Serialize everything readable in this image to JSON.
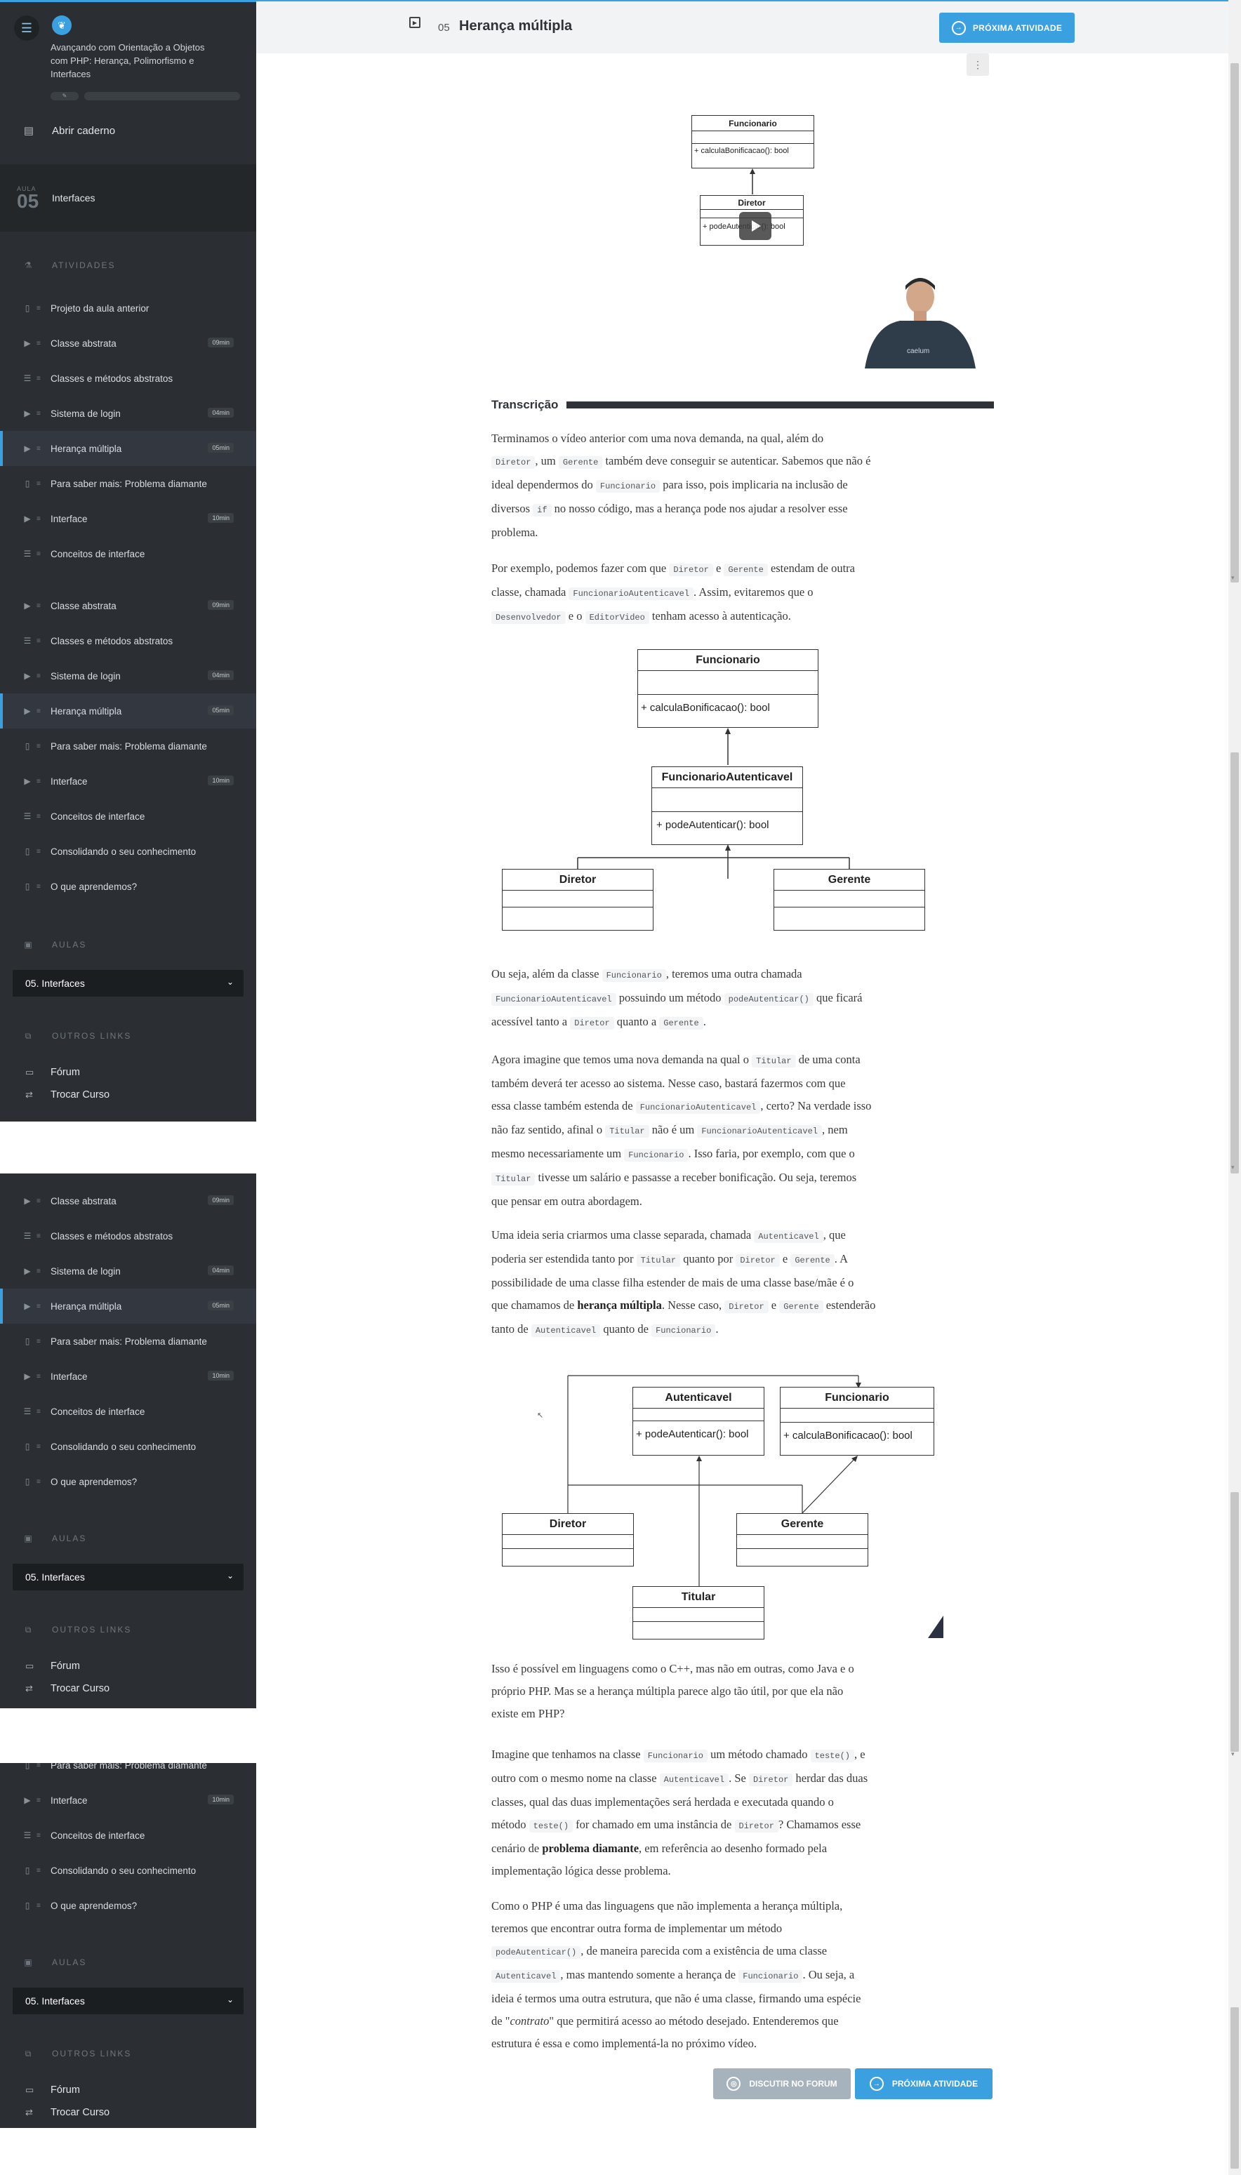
{
  "course": {
    "title": "Avançando com Orientação a Objetos com PHP: Herança, Polimorfismo e Interfaces",
    "progress_label": "✎"
  },
  "sidebar": {
    "notebook_label": "Abrir caderno",
    "lesson_label": "AULA",
    "lesson_number": "05",
    "lesson_name": "Interfaces",
    "activities_header": "ATIVIDADES",
    "classes_header": "AULAS",
    "selected_class": "05. Interfaces",
    "other_links_header": "OUTROS LINKS",
    "forum_label": "Fórum",
    "change_course_label": "Trocar Curso",
    "activities": [
      {
        "label": "Projeto da aula anterior",
        "duration": "",
        "icon": "doc"
      },
      {
        "label": "Classe abstrata",
        "duration": "09min",
        "icon": "video"
      },
      {
        "label": "Classes e métodos abstratos",
        "duration": "",
        "icon": "list"
      },
      {
        "label": "Sistema de login",
        "duration": "04min",
        "icon": "video"
      },
      {
        "label": "Herança múltipla",
        "duration": "05min",
        "icon": "video",
        "active": true
      },
      {
        "label": "Para saber mais: Problema diamante",
        "duration": "",
        "icon": "doc"
      },
      {
        "label": "Interface",
        "duration": "10min",
        "icon": "video"
      },
      {
        "label": "Conceitos de interface",
        "duration": "",
        "icon": "list"
      },
      {
        "label": "Consolidando o seu conhecimento",
        "duration": "",
        "icon": "doc"
      },
      {
        "label": "O que aprendemos?",
        "duration": "",
        "icon": "doc"
      }
    ]
  },
  "topbar": {
    "number": "05",
    "title": "Herança múltipla",
    "next_label": "PRÓXIMA ATIVIDADE"
  },
  "video": {
    "top_class": "Funcionario",
    "top_method": "+ calculaBonificacao():  bool",
    "bottom_class": "Diretor",
    "bottom_method": "+ podeAutenticar():  bool"
  },
  "transcript": {
    "heading": "Transcrição",
    "p1": [
      "Terminamos o vídeo anterior com uma nova demanda, na qual, além do",
      [
        "",
        {
          "c": "Diretor"
        },
        ", um ",
        {
          "c": "Gerente"
        },
        " também deve conseguir se autenticar. Sabemos que não é"
      ],
      [
        "ideal dependermos do ",
        {
          "c": "Funcionario"
        },
        " para isso, pois implicaria na inclusão de"
      ],
      [
        "diversos ",
        {
          "c": "if"
        },
        " no nosso código, mas a herança pode nos ajudar a resolver esse"
      ],
      "problema."
    ],
    "p2": [
      [
        "Por exemplo, podemos fazer com que ",
        {
          "c": "Diretor"
        },
        " e ",
        {
          "c": "Gerente"
        },
        " estendam de outra"
      ],
      [
        "classe, chamada ",
        {
          "c": "FuncionarioAutenticavel"
        },
        ". Assim, evitaremos que o"
      ],
      [
        "",
        {
          "c": "Desenvolvedor"
        },
        " e o ",
        {
          "c": "EditorVideo"
        },
        " tenham acesso à autenticação."
      ]
    ],
    "p3": [
      [
        "Ou seja, além da classe ",
        {
          "c": "Funcionario"
        },
        ", teremos uma outra chamada"
      ],
      [
        "",
        {
          "c": "FuncionarioAutenticavel"
        },
        " possuindo um método ",
        {
          "c": "podeAutenticar()"
        },
        " que ficará"
      ],
      [
        "acessível tanto a ",
        {
          "c": "Diretor"
        },
        " quanto a ",
        {
          "c": "Gerente"
        },
        "."
      ]
    ],
    "p4": [
      [
        "Agora imagine que temos uma nova demanda na qual o ",
        {
          "c": "Titular"
        },
        " de uma conta"
      ],
      "também deverá ter acesso ao sistema. Nesse caso, bastará fazermos com que",
      [
        "essa classe também estenda de ",
        {
          "c": "FuncionarioAutenticavel"
        },
        ", certo? Na verdade isso"
      ],
      [
        "não faz sentido, afinal o ",
        {
          "c": "Titular"
        },
        " não é um ",
        {
          "c": "FuncionarioAutenticavel"
        },
        ", nem"
      ],
      [
        "mesmo necessariamente um ",
        {
          "c": "Funcionario"
        },
        ". Isso faria, por exemplo, com que o"
      ],
      [
        "",
        {
          "c": "Titular"
        },
        " tivesse um salário e passasse a receber bonificação. Ou seja, teremos"
      ],
      "que pensar em outra abordagem."
    ],
    "p5": [
      [
        "Uma ideia seria criarmos uma classe separada, chamada ",
        {
          "c": "Autenticavel"
        },
        ", que"
      ],
      [
        "poderia ser estendida tanto por ",
        {
          "c": "Titular"
        },
        " quanto por ",
        {
          "c": "Diretor"
        },
        " e ",
        {
          "c": "Gerente"
        },
        ". A"
      ],
      "possibilidade de uma classe filha estender de mais de uma classe base/mãe é o",
      [
        "que chamamos de ",
        {
          "b": "herança múltipla"
        },
        ". Nesse caso, ",
        {
          "c": "Diretor"
        },
        " e ",
        {
          "c": "Gerente"
        },
        " estenderão"
      ],
      [
        "tanto de ",
        {
          "c": "Autenticavel"
        },
        " quanto de ",
        {
          "c": "Funcionario"
        },
        "."
      ]
    ],
    "p6": [
      "Isso é possível em linguagens como o C++, mas não em outras, como Java e o",
      "próprio PHP. Mas se a herança múltipla parece algo tão útil, por que ela não",
      "existe em PHP?"
    ],
    "p7": [
      [
        "Imagine que tenhamos na classe ",
        {
          "c": "Funcionario"
        },
        " um método chamado ",
        {
          "c": "teste()"
        },
        ", e"
      ],
      [
        "outro com o mesmo nome na classe ",
        {
          "c": "Autenticavel"
        },
        ". Se ",
        {
          "c": "Diretor"
        },
        " herdar das duas"
      ],
      "classes, qual das duas implementações será herdada e executada quando o",
      [
        "método ",
        {
          "c": "teste()"
        },
        " for chamado em uma instância de ",
        {
          "c": "Diretor"
        },
        "? Chamamos esse"
      ],
      [
        "cenário de ",
        {
          "b": "problema diamante"
        },
        ", em referência ao desenho formado pela"
      ],
      "implementação lógica desse problema."
    ],
    "p8": [
      "Como o PHP é uma das linguagens que não implementa a herança múltipla,",
      "teremos que encontrar outra forma de implementar um método",
      [
        "",
        {
          "c": "podeAutenticar()"
        },
        ", de maneira parecida com a existência de uma classe"
      ],
      [
        "",
        {
          "c": "Autenticavel"
        },
        ", mas mantendo somente a herança de ",
        {
          "c": "Funcionario"
        },
        ". Ou seja, a"
      ],
      "ideia é termos uma outra estrutura, que não é uma classe, firmando uma espécie",
      [
        "de \"",
        {
          "i": "contrato"
        },
        "\" que permitirá acesso ao método desejado. Entenderemos que"
      ],
      "estrutura é essa e como implementá-la no próximo vídeo."
    ]
  },
  "diagram1": {
    "funcionario": "Funcionario",
    "funcionario_method": "+ calculaBonificacao():  bool",
    "autenticavel": "FuncionarioAutenticavel",
    "autenticavel_method": "+ podeAutenticar():  bool",
    "diretor": "Diretor",
    "gerente": "Gerente"
  },
  "diagram2": {
    "autenticavel": "Autenticavel",
    "autenticavel_method": "+ podeAutenticar():  bool",
    "funcionario": "Funcionario",
    "funcionario_method": "+ calculaBonificacao():  bool",
    "diretor": "Diretor",
    "gerente": "Gerente",
    "titular": "Titular"
  },
  "footer_buttons": {
    "forum_label": "DISCUTIR NO FORUM",
    "next_label": "PRÓXIMA ATIVIDADE"
  }
}
